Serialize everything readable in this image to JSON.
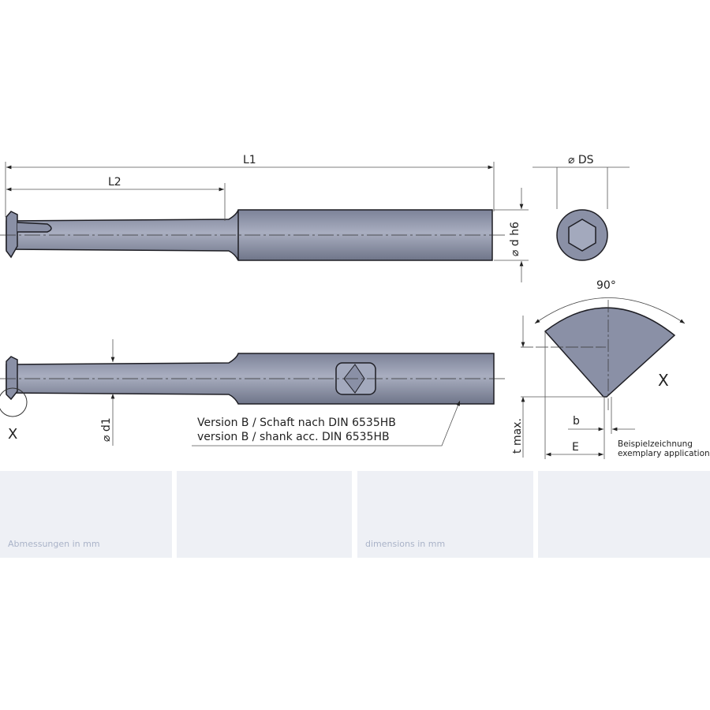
{
  "labels": {
    "L1": "L1",
    "L2": "L2",
    "d_h6": "⌀ d h6",
    "DS": "⌀ DS",
    "d1": "⌀ d1",
    "angle": "90°",
    "X_detail": "X",
    "X_view": "X",
    "t_max": "t max.",
    "b": "b",
    "E": "E",
    "version_de": "Version B / Schaft nach DIN 6535HB",
    "version_en": "version B / shank acc. DIN 6535HB",
    "example_de": "Beispielzeichnung",
    "example_en": "exemplary application"
  },
  "table": {
    "cells": [
      "Abmessungen in mm",
      "",
      "dimensions in mm",
      ""
    ]
  },
  "colors": {
    "tool": "#8a90a6",
    "tool_light": "#a3a9bd",
    "outline": "#1e1e24",
    "box": "#eef0f5"
  }
}
